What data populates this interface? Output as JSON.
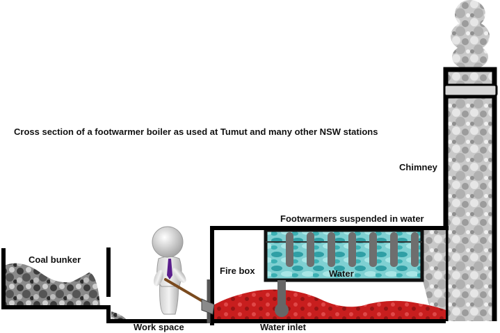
{
  "title": "Cross section of a footwarmer boiler as used at Tumut and many other NSW stations",
  "labels": {
    "chimney": "Chimney",
    "footwarmers": "Footwarmers suspended in water",
    "coal_bunker": "Coal bunker",
    "fire_box": "Fire box",
    "water": "Water",
    "work_space": "Work space",
    "water_inlet": "Water inlet"
  },
  "colors": {
    "structure": "#000000",
    "fire": "#c41f1f",
    "water": "#5fbcc0",
    "smoke": "#bdbdbd",
    "coal": "#5a5a5a",
    "footwarmer": "#6e6e6e",
    "tie": "#5a1e8c"
  },
  "footwarmer_count": 7
}
